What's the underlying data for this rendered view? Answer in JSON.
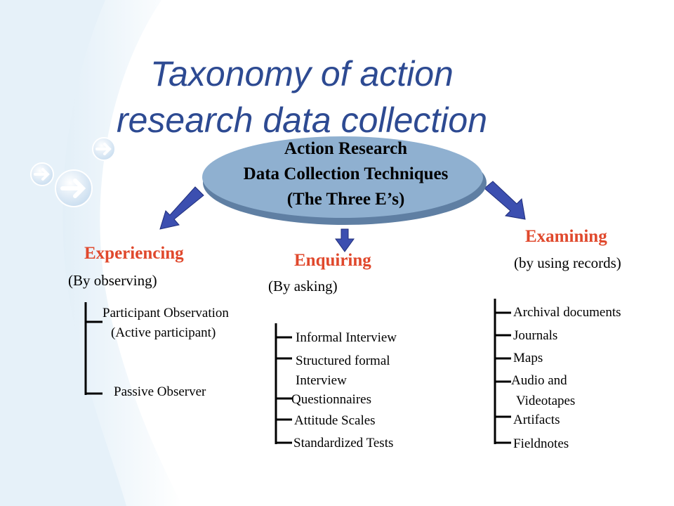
{
  "title": {
    "line1": "Taxonomy of action",
    "line2": "research data collection"
  },
  "center": {
    "line1": "Action Research",
    "line2": "Data Collection Techniques",
    "line3": "(The Three E’s)"
  },
  "categories": {
    "experiencing": {
      "title": "Experiencing",
      "subtitle": "(By observing)",
      "items": [
        "Participant Observation",
        "(Active participant)",
        "Passive Observer"
      ]
    },
    "enquiring": {
      "title": "Enquiring",
      "subtitle": "(By asking)",
      "items": [
        "Informal Interview",
        "Structured formal",
        "Interview",
        "Questionnaires",
        "Attitude Scales",
        "Standardized Tests"
      ]
    },
    "examining": {
      "title": "Examining",
      "subtitle": "(by using records)",
      "items": [
        "Archival documents",
        "Journals",
        "Maps",
        "Audio and",
        "Videotapes",
        "Artifacts",
        "Fieldnotes"
      ]
    }
  },
  "colors": {
    "title": "#2d4a92",
    "category": "#e0482c",
    "ellipse_fill": "#8fb0d0",
    "ellipse_shadow": "#5f7fa3",
    "arrow": "#3c4fb0",
    "background_swoosh": "#d9eaf6"
  },
  "icons": [
    "arrow-right-circle-icon",
    "arrow-right-circle-icon",
    "arrow-right-circle-icon"
  ]
}
